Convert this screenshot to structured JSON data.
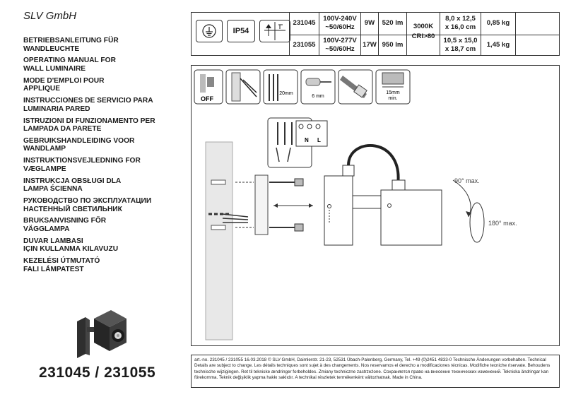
{
  "brand": "SLV GmbH",
  "titles": [
    "BETRIEBSANLEITUNG FÜR\nWANDLEUCHTE",
    "OPERATING MANUAL FOR\nWALL LUMINAIRE",
    "MODE D'EMPLOI POUR\nAPPLIQUE",
    "INSTRUCCIONES DE SERVICIO PARA\nLUMINARIA PARED",
    "ISTRUZIONI DI FUNZIONAMENTO PER\nLAMPADA DA PARETE",
    "GEBRUIKSHANDLEIDING VOOR\nWANDLAMP",
    "INSTRUKTIONSVEJLEDNING FOR\nVÆGLAMPE",
    "INSTRUKCJA OBSŁUGI DLA\nLAMPA ŚCIENNA",
    "РУКОВОДСТВО ПО ЭКСПЛУАТАЦИИ\nНАСТЕННЫЙ СВЕТИЛЬНИК",
    "BRUKSANVISNING FÖR\nVÄGGLAMPA",
    "DUVAR LAMBASI\nIÇIN KULLANMA KILAVUZU",
    "KEZELÉSI ÚTMUTATÓ\nFALI LÁMPATEST"
  ],
  "model_numbers": "231045 / 231055",
  "specs": {
    "ip_rating": "IP54",
    "cct": "3000K",
    "cri": "CRI>80",
    "rows": [
      {
        "article": "231045",
        "voltage_1": "100V-240V",
        "voltage_2": "~50/60Hz",
        "power": "9W",
        "lumen": "520 lm",
        "dims_1": "8,0 x 12,5",
        "dims_2": "x 16,0 cm",
        "weight": "0,85 kg"
      },
      {
        "article": "231055",
        "voltage_1": "100V-277V",
        "voltage_2": "~50/60Hz",
        "power": "17W",
        "lumen": "950 lm",
        "dims_1": "10,5 x 15,0",
        "dims_2": "x 18,7 cm",
        "weight": "1,45 kg"
      }
    ]
  },
  "diagram": {
    "off_label": "OFF",
    "strip_20": "20mm",
    "strip_6": "6 mm",
    "min_15": "15mm",
    "min_label": "min.",
    "angle_90": "90° max.",
    "angle_180": "180° max.",
    "terminal_n": "N",
    "terminal_l": "L"
  },
  "footer": "art.-no. 231045 / 231055   16.03.2018 © SLV GmbH, Daimlerstr. 21-23, 52531 Übach-Palenberg, Germany, Tel. +49 (0)2451 4833-0   Technische Änderungen vorbehalten. Technical Details are subject to change. Les détails techniques sont sujet à des changements. Nos reservamos el derecho a modificaciones técnicas. Modifiche tecniche riservate. Behoudens technische wijzigingen. Ret til tekniske ændringer forbeholdes. Zmiany techniczne zastrzeżone. Сохраняется право на внесение технических изменений. Tekniska ändringar kan förekomma. Teknik değişiklik yapma hakkı saklıdır. A technikai részletek termékenként változhatnak. Made in China."
}
